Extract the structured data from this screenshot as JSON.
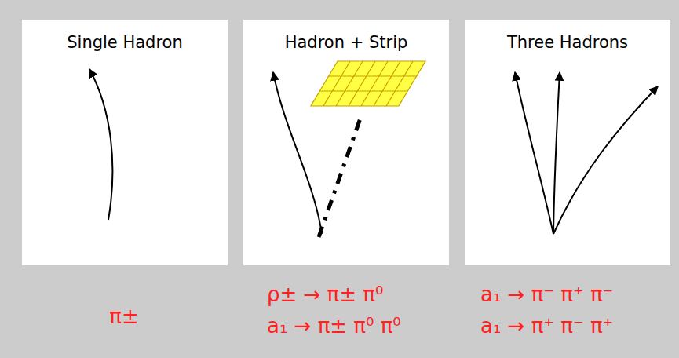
{
  "diagram": {
    "nodes": [
      {
        "text": [
          "Single Hadron"
        ]
      },
      {
        "text": [
          "Hadron + Strip"
        ]
      },
      {
        "text": [
          "Three Hadrons"
        ]
      }
    ],
    "labels": [
      "π±",
      "ρ± → π± π⁰",
      "a₁ → π± π⁰ π⁰",
      "a₁ → π⁻ π⁺ π⁻",
      "a₁ → π⁺ π⁻ π⁺"
    ]
  }
}
